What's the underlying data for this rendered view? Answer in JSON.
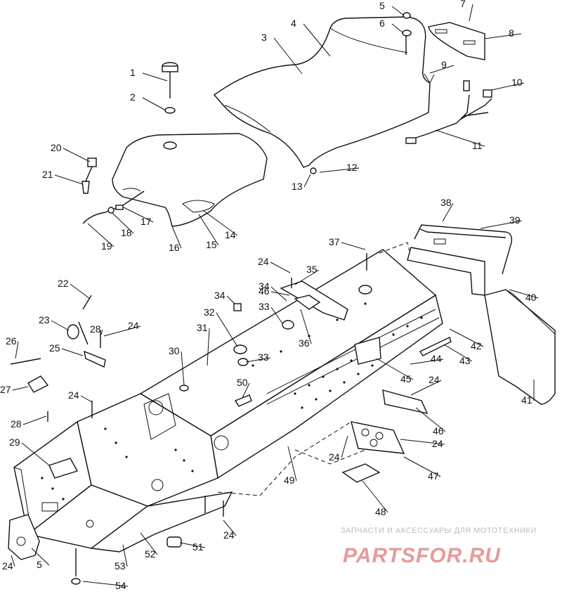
{
  "diagram": {
    "callouts": [
      {
        "n": "1"
      },
      {
        "n": "2"
      },
      {
        "n": "3"
      },
      {
        "n": "4"
      },
      {
        "n": "5"
      },
      {
        "n": "6"
      },
      {
        "n": "7"
      },
      {
        "n": "8"
      },
      {
        "n": "9"
      },
      {
        "n": "10"
      },
      {
        "n": "11"
      },
      {
        "n": "12"
      },
      {
        "n": "13"
      },
      {
        "n": "14"
      },
      {
        "n": "15"
      },
      {
        "n": "16"
      },
      {
        "n": "17"
      },
      {
        "n": "18"
      },
      {
        "n": "19"
      },
      {
        "n": "20"
      },
      {
        "n": "21"
      },
      {
        "n": "22"
      },
      {
        "n": "23"
      },
      {
        "n": "24"
      },
      {
        "n": "25"
      },
      {
        "n": "26"
      },
      {
        "n": "27"
      },
      {
        "n": "28"
      },
      {
        "n": "29"
      },
      {
        "n": "30"
      },
      {
        "n": "31"
      },
      {
        "n": "32"
      },
      {
        "n": "33"
      },
      {
        "n": "34"
      },
      {
        "n": "35"
      },
      {
        "n": "36"
      },
      {
        "n": "37"
      },
      {
        "n": "38"
      },
      {
        "n": "39"
      },
      {
        "n": "40"
      },
      {
        "n": "41"
      },
      {
        "n": "42"
      },
      {
        "n": "43"
      },
      {
        "n": "44"
      },
      {
        "n": "45"
      },
      {
        "n": "46"
      },
      {
        "n": "47"
      },
      {
        "n": "48"
      },
      {
        "n": "49"
      },
      {
        "n": "50"
      },
      {
        "n": "51"
      },
      {
        "n": "52"
      },
      {
        "n": "53"
      },
      {
        "n": "54"
      },
      {
        "n": "5"
      },
      {
        "n": "24"
      },
      {
        "n": "24"
      },
      {
        "n": "24"
      },
      {
        "n": "24"
      },
      {
        "n": "24"
      },
      {
        "n": "24"
      },
      {
        "n": "24"
      },
      {
        "n": "28"
      },
      {
        "n": "33"
      },
      {
        "n": "34"
      },
      {
        "n": "46"
      }
    ]
  },
  "watermark": {
    "tagline": "ЗАПЧАСТИ И АКСЕССУАРЫ ДЛЯ МОТОТЕХНИКИ",
    "logo": "PARTSFOR.RU"
  },
  "colors": {
    "line": "#111111",
    "background": "#ffffff",
    "watermark_text": "#bdbdbd",
    "watermark_logo": "#e79a9a"
  }
}
